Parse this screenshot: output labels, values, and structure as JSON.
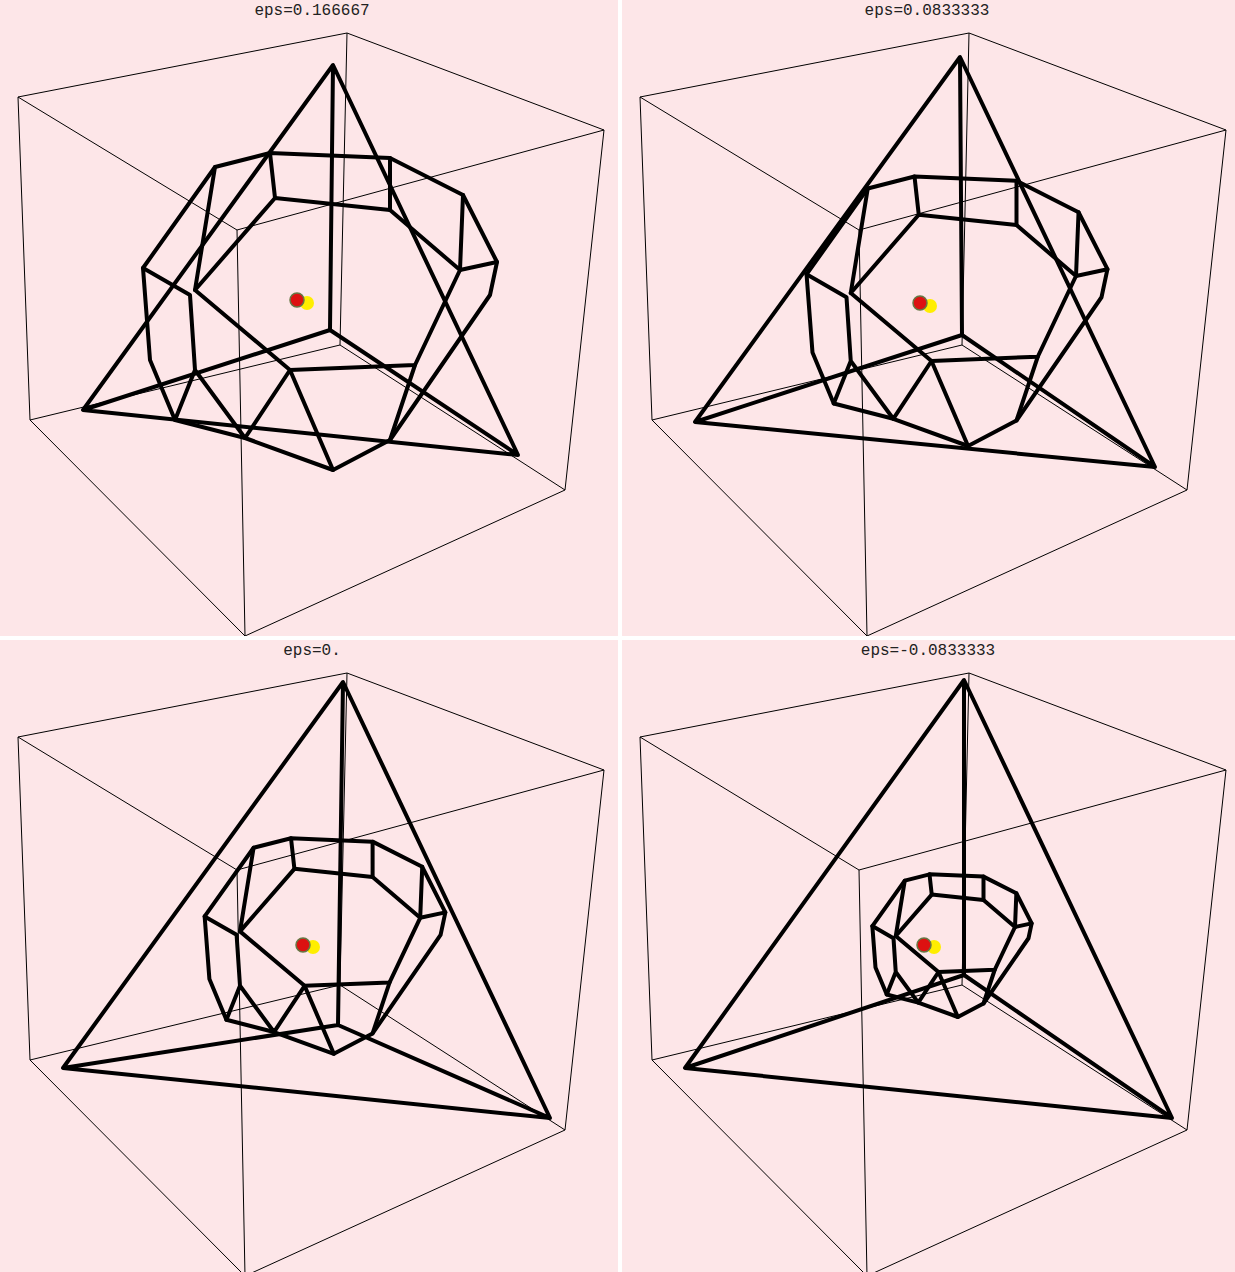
{
  "diagram": {
    "labels": [
      "eps=0.166667",
      "eps=0.0833333",
      "eps=0.",
      "eps=-0.0833333"
    ]
  }
}
